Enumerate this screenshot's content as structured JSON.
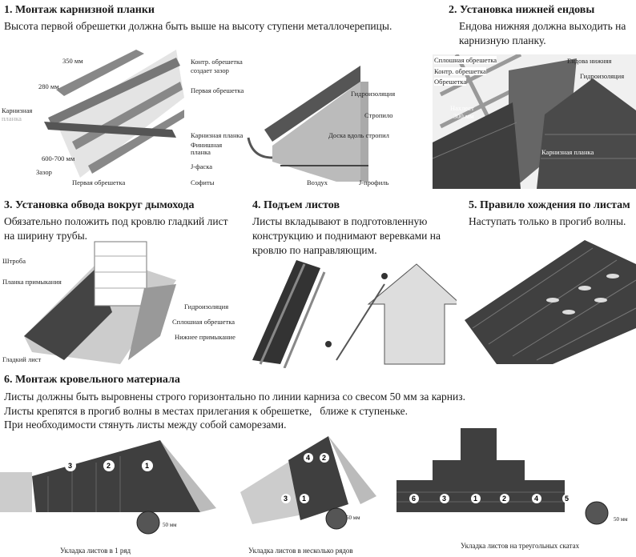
{
  "s1": {
    "title": "1. Монтаж карнизной планки",
    "text": "Высота первой обрешетки должна быть выше на высоту ступени металлочерепицы.",
    "labels": [
      "350 мм",
      "280 мм",
      "Карнизная",
      "планка",
      "600-700 мм",
      "Зазор",
      "Первая обрешетка"
    ],
    "labels2": [
      "Контр. обрешетка",
      "создает зазор",
      "Первая обрешетка",
      "Гидроизоляция",
      "Стропило",
      "Карнизная планка",
      "Доска вдоль стропил",
      "Финишная",
      "планка",
      "J-фаска",
      "Софиты",
      "Воздух",
      "J-профиль"
    ]
  },
  "s2": {
    "title": "2. Установка нижней ендовы",
    "text": "Ендова нижняя должна выходить на карнизную планку.",
    "labels": [
      "Сплошная обрешетка",
      "Контр. обрешетка",
      "Обрешетка",
      "Ендова нижняя",
      "Гидроизоляция",
      "Нахлест",
      "300 мм",
      "Карнизная планка"
    ]
  },
  "s3": {
    "title": "3. Установка обвода вокруг дымохода",
    "text": "Обязательно положить под кровлю гладкий лист на ширину трубы.",
    "labels": [
      "Штроба",
      "Планка примыкания",
      "Гидроизоляция",
      "Сплошная обрешетка",
      "Нижнее примыкание",
      "Гладкий лист"
    ]
  },
  "s4": {
    "title": "4. Подъем листов",
    "text": "Листы вкладывают в подготовленную конструкцию и поднимают веревками на кровлю по направляющим."
  },
  "s5": {
    "title": "5. Правило хождения по листам",
    "text": "Наступать только в прогиб волны."
  },
  "s6": {
    "title": "6. Монтаж кровельного материала",
    "lines": [
      "Листы должны быть выровнены строго горизонтально по линии карниза со свесом 50 мм за карниз.",
      "Листы крепятся в прогиб волны в местах прилегания к обрешетке,   ближе к ступеньке.",
      "При необходимости стянуть листы между собой саморезами."
    ],
    "captions": [
      "Укладка листов в 1 ряд",
      "Укладка листов в несколько рядов",
      "Укладка листов на треугольных скатах"
    ],
    "overhang": "50 мм",
    "nums1": [
      "3",
      "2",
      "1"
    ],
    "nums2": [
      "4",
      "2",
      "3",
      "1"
    ],
    "nums3": [
      "6",
      "3",
      "1",
      "2",
      "4",
      "5"
    ]
  },
  "colors": {
    "tile": "#4a4a4a",
    "batten": "#8a8a8a",
    "light": "#d8d8d8"
  }
}
